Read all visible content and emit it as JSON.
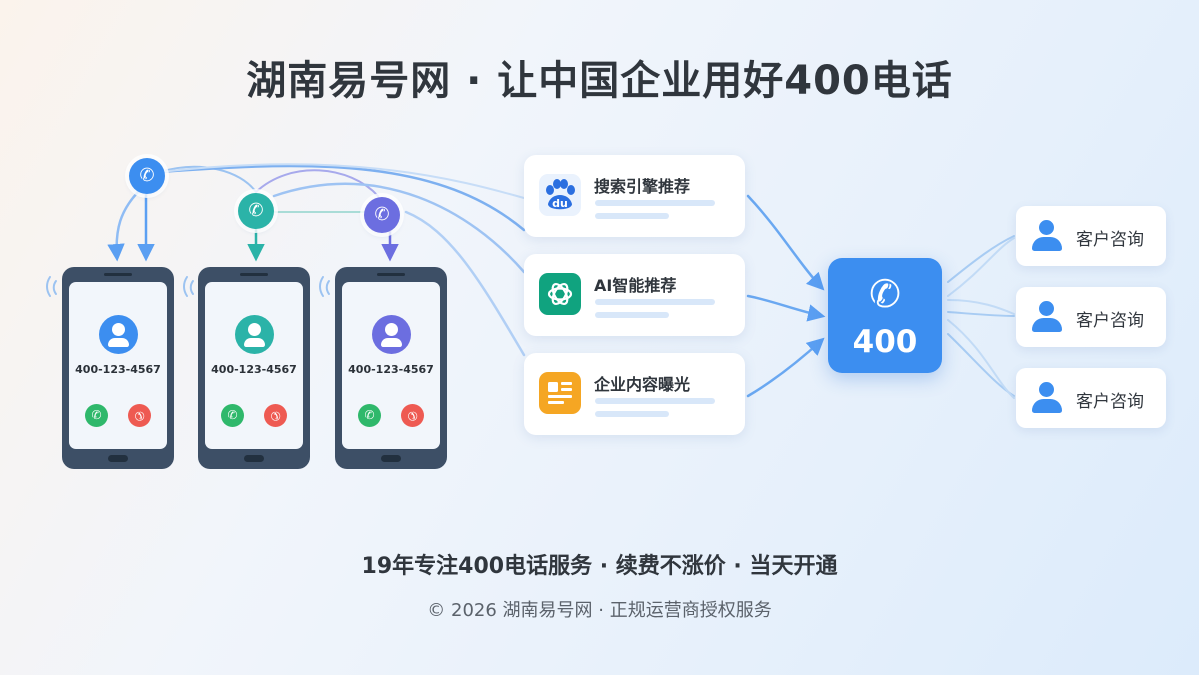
{
  "title": "湖南易号网 · 让中国企业用好400电话",
  "phones": [
    {
      "number": "400-123-4567",
      "avatar_color": "#3c8ef0"
    },
    {
      "number": "400-123-4567",
      "avatar_color": "#2bb3a8"
    },
    {
      "number": "400-123-4567",
      "avatar_color": "#6c6ee0"
    }
  ],
  "call_nodes": [
    {
      "icon": "phone-icon",
      "color": "#3c8ef0"
    },
    {
      "icon": "phone-icon",
      "color": "#2bb3a8"
    },
    {
      "icon": "phone-icon",
      "color": "#6c6ee0"
    }
  ],
  "channels": [
    {
      "label": "搜索引擎推荐",
      "icon": "baidu-paw-icon",
      "icon_text": "du",
      "color": "#3c8ef0"
    },
    {
      "label": "AI智能推荐",
      "icon": "ai-knot-icon",
      "icon_text": "",
      "color": "#10a37f"
    },
    {
      "label": "企业内容曝光",
      "icon": "content-icon",
      "icon_text": "",
      "color": "#f5a623"
    }
  ],
  "hub": {
    "icon": "phone-icon",
    "number": "400",
    "color": "#3c8ef0"
  },
  "customers": [
    {
      "label": "客户咨询"
    },
    {
      "label": "客户咨询"
    },
    {
      "label": "客户咨询"
    }
  ],
  "tagline": "19年专注400电话服务 · 续费不涨价 · 当天开通",
  "copyright": "© 2026 湖南易号网 · 正规运营商授权服务"
}
